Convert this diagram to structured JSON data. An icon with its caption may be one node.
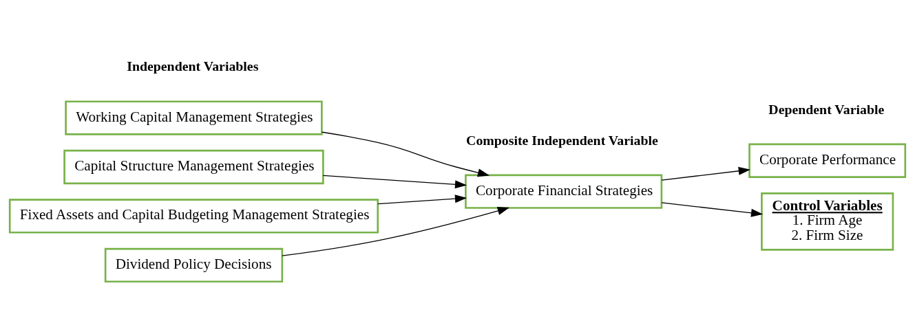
{
  "diagram": {
    "nodes": [
      {
        "text": [
          "Working Capital Management Strategies"
        ]
      },
      {
        "text": [
          "Capital Structure Management Strategies"
        ]
      },
      {
        "text": [
          "Fixed Assets and Capital Budgeting Management Strategies"
        ]
      },
      {
        "text": [
          "Dividend Policy Decisions"
        ]
      },
      {
        "text": [
          "Corporate Financial Strategies"
        ]
      },
      {
        "text": [
          "Corporate Performance"
        ]
      },
      {
        "text": [
          "Control Variables",
          "1. Firm Age",
          "2. Firm Size"
        ]
      }
    ],
    "edges": [
      {
        "from": 0,
        "to": 4,
        "arrow": "to"
      },
      {
        "from": 1,
        "to": 4,
        "arrow": "to"
      },
      {
        "from": 2,
        "to": 4,
        "arrow": "to"
      },
      {
        "from": 3,
        "to": 4,
        "arrow": "to"
      },
      {
        "from": 4,
        "to": 5,
        "arrow": "to"
      },
      {
        "from": 4,
        "to": 6,
        "arrow": "to"
      }
    ],
    "labels": [
      "Independent Variables",
      "Composite Independent Variable",
      "Dependent Variable"
    ]
  }
}
